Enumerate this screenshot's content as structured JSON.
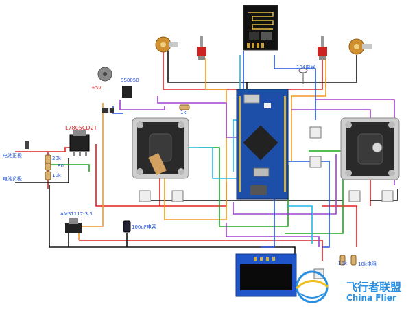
{
  "labels": {
    "regulator": "L7805CD2T",
    "ldo": "AMS1117-3.3",
    "transistor": "SS8050",
    "capacitor_small": "104电容",
    "capacitor_large": "100uF电容",
    "battery_pos": "电池正极",
    "battery_neg": "电池负极",
    "r_20k": "20k",
    "r_80": "80",
    "r_10k_left": "10k",
    "r_1k": "1k",
    "plus5v": "+5v",
    "r_10k_bottom": "10k",
    "r_10k_divider": "10k电阻"
  },
  "watermark": {
    "brand": "飞行者联盟",
    "brand_en": "China Flier"
  },
  "colors": {
    "red": "#e02020",
    "black": "#111111",
    "green": "#1aa81a",
    "orange": "#f09a20",
    "blue": "#2255dd",
    "cyan": "#22b8e8",
    "purple": "#a040d0",
    "board": "#1e4fa8",
    "watermark": "#2a8fe0"
  }
}
